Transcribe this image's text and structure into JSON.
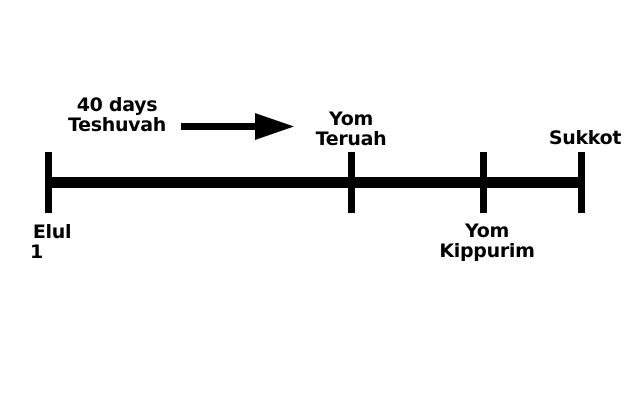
{
  "timeline": {
    "line_color": "#000000",
    "intro": {
      "line1": "40 days",
      "line2": "Teshuvah",
      "arrow_icon": "right-arrow-icon"
    },
    "markers": [
      {
        "key": "elul",
        "line1": "Elul",
        "line2": "1"
      },
      {
        "key": "yom-teruah",
        "line1": "Yom",
        "line2": "Teruah"
      },
      {
        "key": "yom-kippurim",
        "line1": "Yom",
        "line2": "Kippurim"
      },
      {
        "key": "sukkot",
        "line1": "Sukkot",
        "line2": ""
      }
    ]
  }
}
